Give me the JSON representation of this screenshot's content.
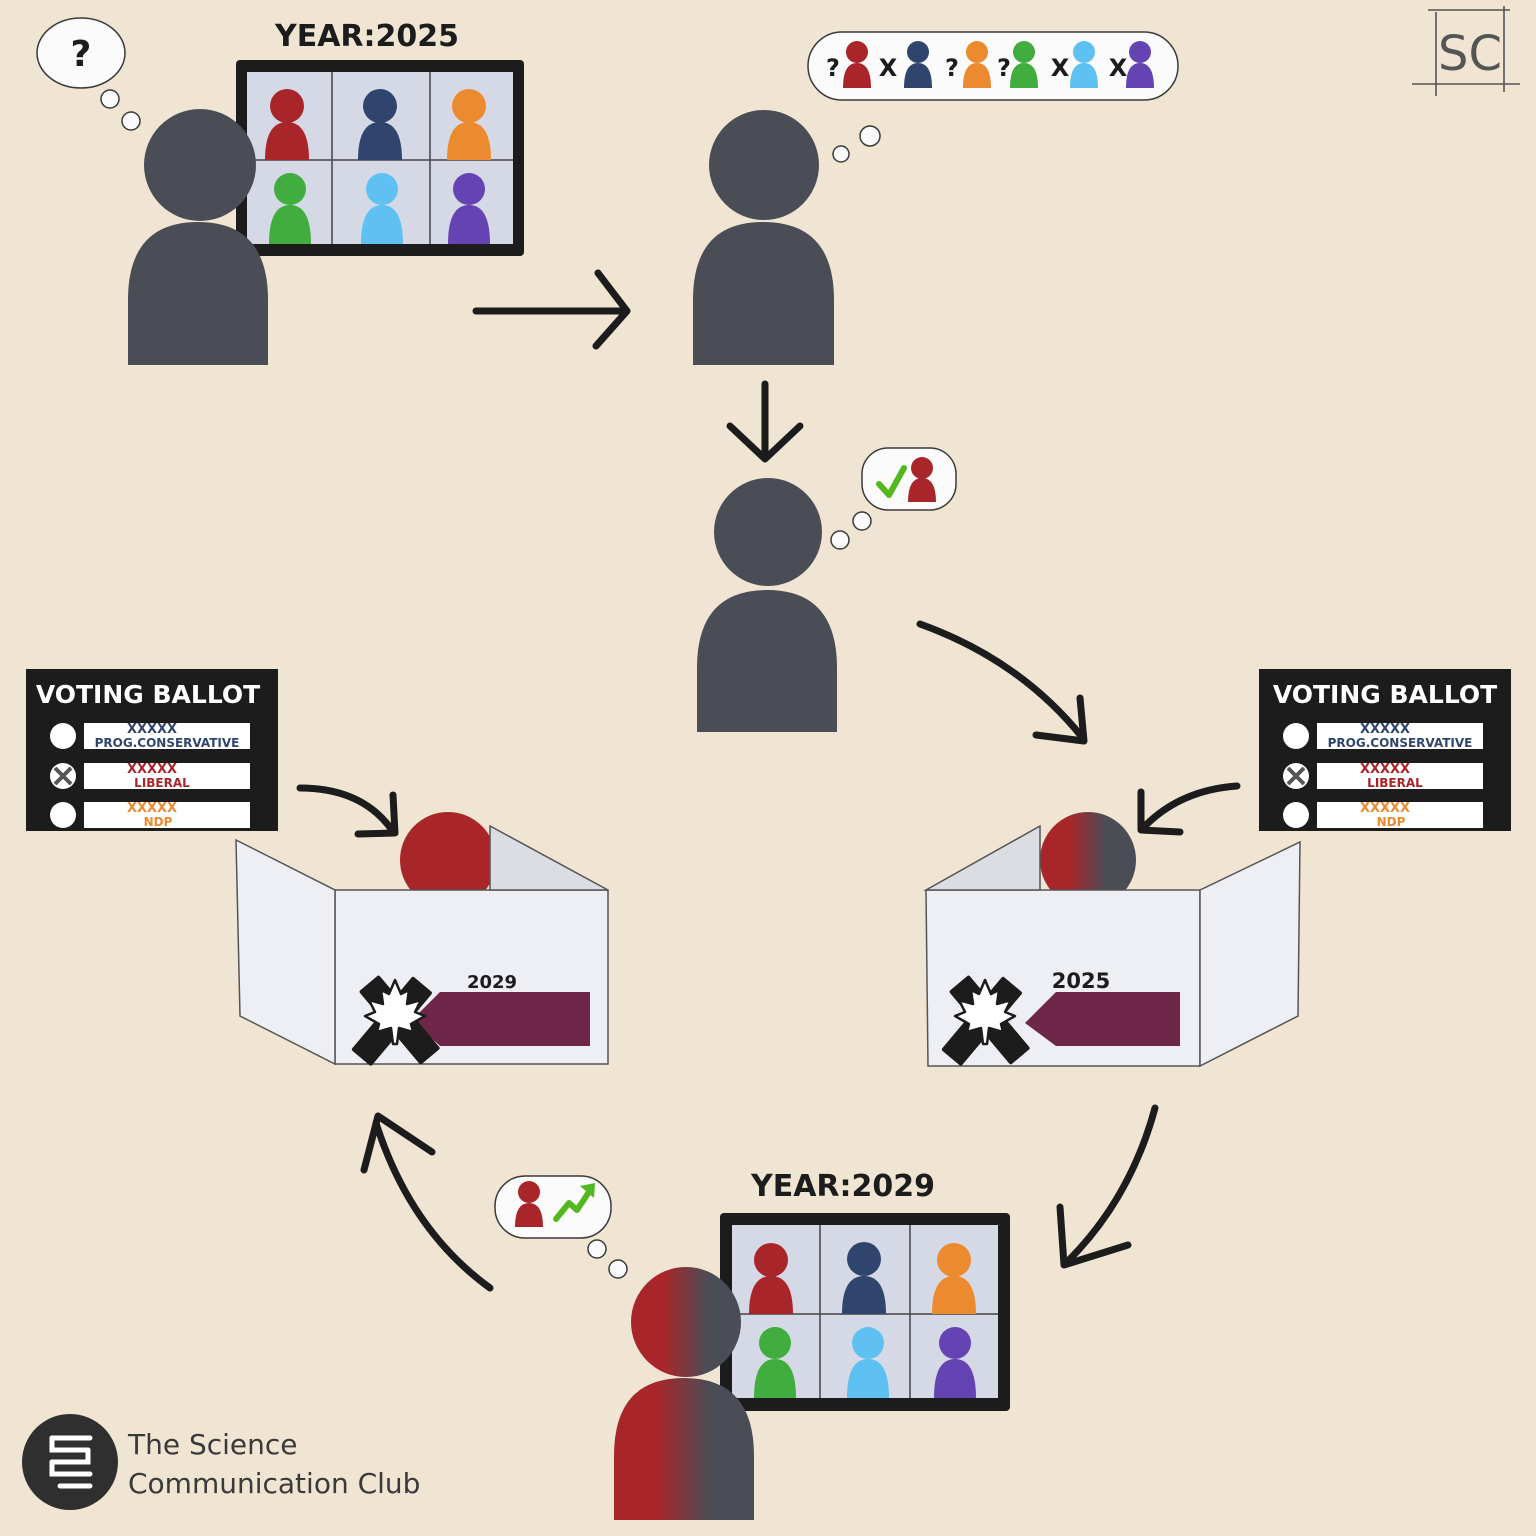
{
  "colors": {
    "background": "#EFE5D2",
    "person": "#4A4D56",
    "red": "#A8262A",
    "navy": "#30456E",
    "orange": "#EC8A2F",
    "green": "#42AD3F",
    "lightblue": "#5FC1F1",
    "purple": "#6444B2",
    "screen": "#D5D9E6",
    "monitor": "#1C1C1C",
    "box": "#EEEFF4",
    "box_side": "#DCDDE3",
    "maroon": "#6E2649",
    "check": "#52B81E",
    "arrow": "#1C1C1C"
  },
  "step1": {
    "year_label": "YEAR:2025",
    "thought": "?"
  },
  "step2": {
    "marks": [
      "?",
      "X",
      "?",
      "?",
      "X",
      "X"
    ]
  },
  "step4": {
    "box_year": "2025"
  },
  "step5": {
    "year_label": "YEAR:2029"
  },
  "step6": {
    "box_year": "2029"
  },
  "ballot": {
    "title": "VOTING BALLOT",
    "crosses": "XXXXX",
    "options": [
      "PROG.CONSERVATIVE",
      "LIBERAL",
      "NDP"
    ]
  },
  "signature": "SC",
  "org": {
    "line1": "The Science",
    "line2": "Communication Club"
  }
}
